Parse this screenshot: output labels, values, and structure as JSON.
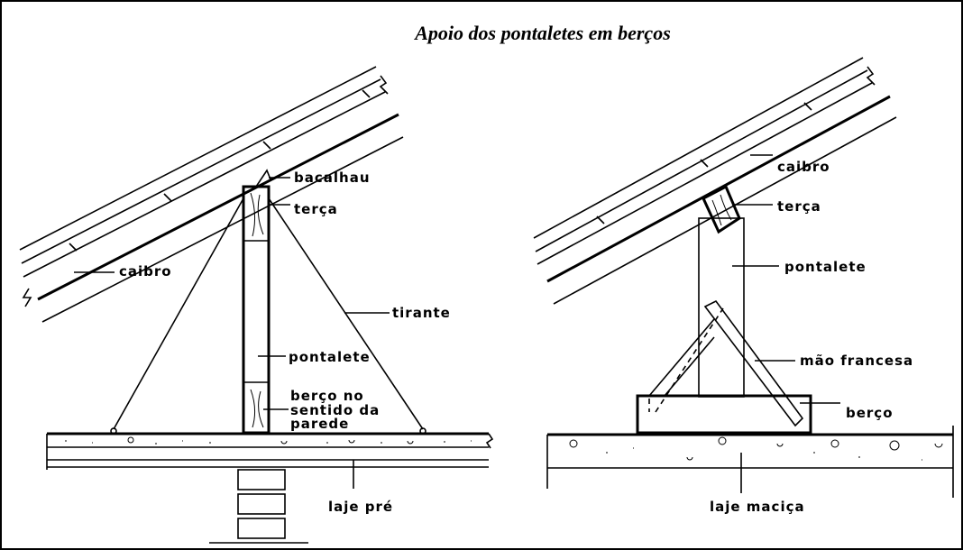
{
  "title": "Apoio dos pontaletes em berços",
  "left": {
    "bacalhau": "bacalhau",
    "terca": "terça",
    "caibro": "caibro",
    "tirante": "tirante",
    "pontalete": "pontalete",
    "berco_line1": "berço no",
    "berco_line2": "sentido da",
    "berco_line3": "parede",
    "laje": "laje pré"
  },
  "right": {
    "caibro": "caibro",
    "terca": "terça",
    "pontalete": "pontalete",
    "mao_francesa": "mão francesa",
    "berco": "berço",
    "laje": "laje maciça"
  }
}
